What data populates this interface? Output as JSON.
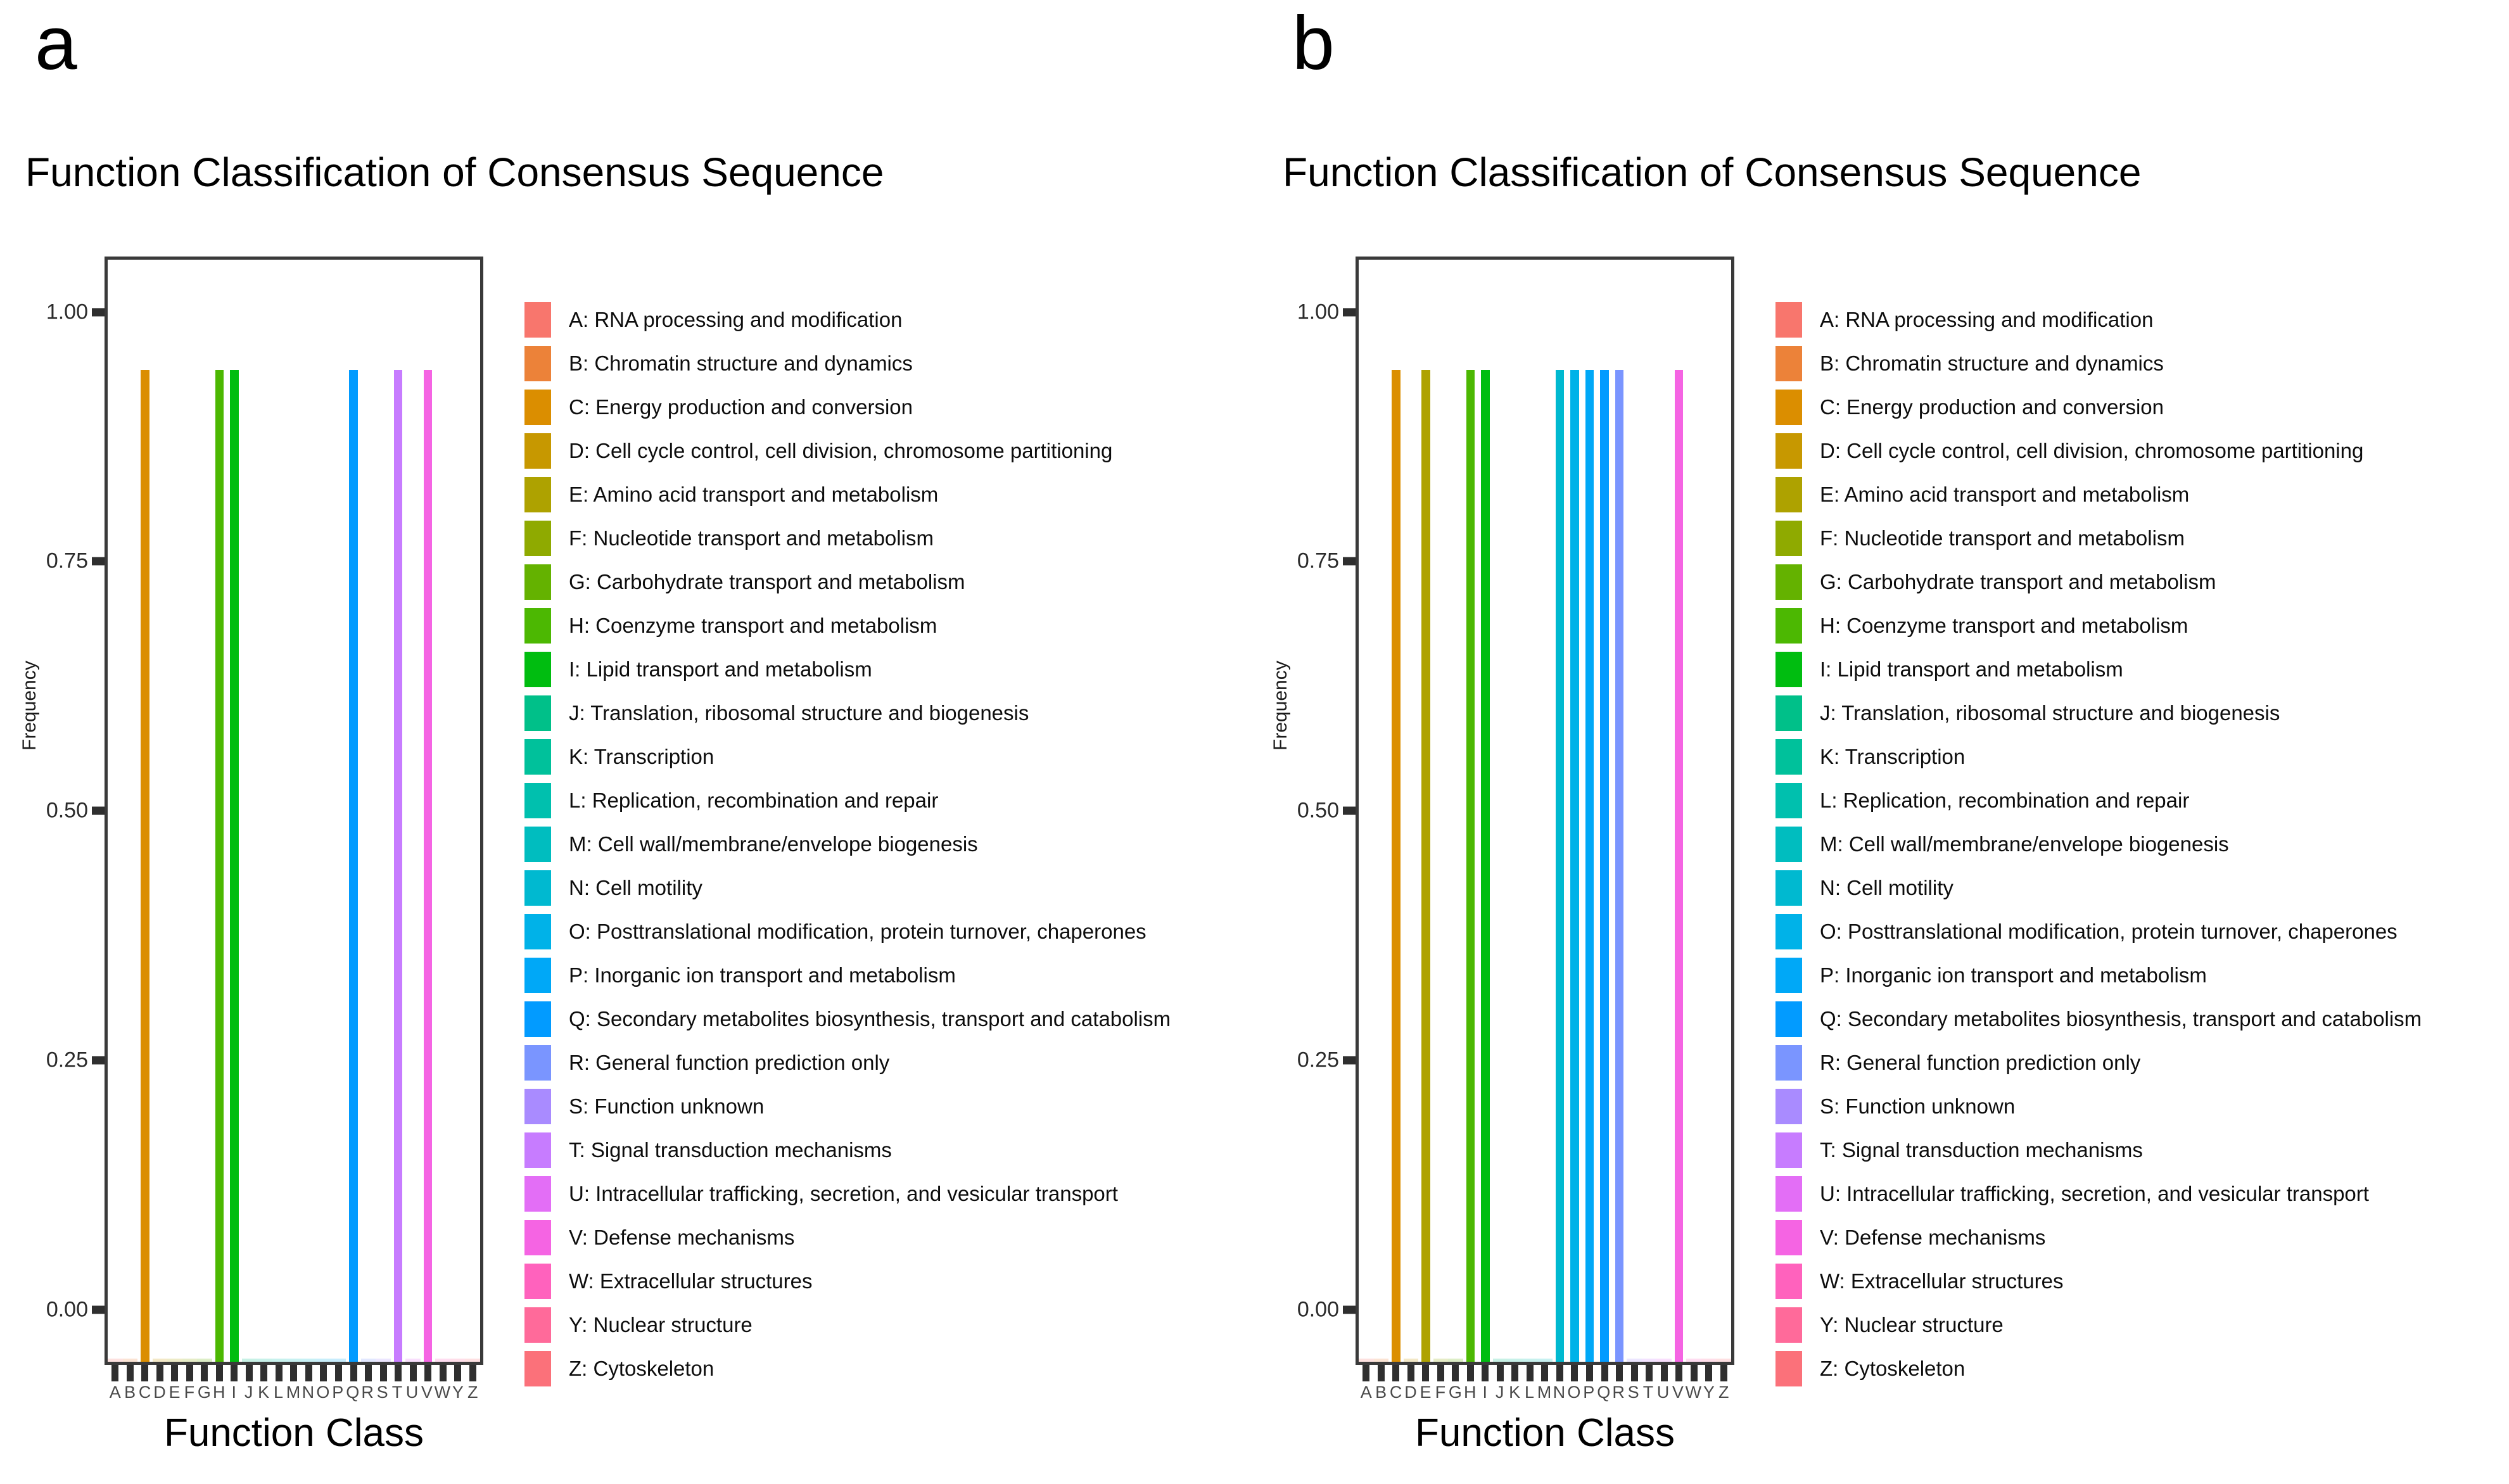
{
  "figure": {
    "panels": [
      {
        "letter": "a",
        "title": "Function Classification of Consensus Sequence",
        "xaxis_title": "Function Class",
        "yaxis_title": "Frequency"
      },
      {
        "letter": "b",
        "title": "Function Classification of Consensus Sequence",
        "xaxis_title": "Function Class",
        "yaxis_title": "Frequency"
      }
    ],
    "yticks": [
      "1.00",
      "0.75",
      "0.50",
      "0.25",
      "0.00"
    ],
    "legend_entries": [
      {
        "code": "A",
        "label": "A: RNA processing and modification",
        "color": "#F8766D"
      },
      {
        "code": "B",
        "label": "B: Chromatin structure and dynamics",
        "color": "#EC8239"
      },
      {
        "code": "C",
        "label": "C: Energy production and conversion",
        "color": "#DB8E00"
      },
      {
        "code": "D",
        "label": "D: Cell cycle control, cell division, chromosome partitioning",
        "color": "#C79800"
      },
      {
        "code": "E",
        "label": "E: Amino acid transport and metabolism",
        "color": "#AEA200"
      },
      {
        "code": "F",
        "label": "F: Nucleotide transport and metabolism",
        "color": "#8FAA00"
      },
      {
        "code": "G",
        "label": "G: Carbohydrate transport and metabolism",
        "color": "#64B200"
      },
      {
        "code": "H",
        "label": "H: Coenzyme transport and metabolism",
        "color": "#4CB802"
      },
      {
        "code": "I",
        "label": "I: Lipid transport and metabolism",
        "color": "#00BD10"
      },
      {
        "code": "J",
        "label": "J: Translation, ribosomal structure and biogenesis",
        "color": "#00C089"
      },
      {
        "code": "K",
        "label": "K: Transcription",
        "color": "#00C19B"
      },
      {
        "code": "L",
        "label": "L: Replication, recombination and repair",
        "color": "#00C0AE"
      },
      {
        "code": "M",
        "label": "M: Cell wall/membrane/envelope biogenesis",
        "color": "#00BDBF"
      },
      {
        "code": "N",
        "label": "N: Cell motility",
        "color": "#00B9D0"
      },
      {
        "code": "O",
        "label": "O: Posttranslational modification, protein turnover, chaperones",
        "color": "#00B2E8"
      },
      {
        "code": "P",
        "label": "P: Inorganic ion transport and metabolism",
        "color": "#00A8F7"
      },
      {
        "code": "Q",
        "label": "Q: Secondary metabolites biosynthesis, transport and catabolism",
        "color": "#029BFF"
      },
      {
        "code": "R",
        "label": "R: General function prediction only",
        "color": "#7A95FF"
      },
      {
        "code": "S",
        "label": "S: Function unknown",
        "color": "#A98BFF"
      },
      {
        "code": "T",
        "label": "T: Signal transduction mechanisms",
        "color": "#C77CFF"
      },
      {
        "code": "U",
        "label": "U: Intracellular trafficking, secretion, and vesicular transport",
        "color": "#E36EF6"
      },
      {
        "code": "V",
        "label": "V: Defense mechanisms",
        "color": "#F564E3"
      },
      {
        "code": "W",
        "label": "W: Extracellular structures",
        "color": "#FF62BD"
      },
      {
        "code": "Y",
        "label": "Y: Nuclear structure",
        "color": "#FF6A9A"
      },
      {
        "code": "Z",
        "label": "Z: Cytoskeleton",
        "color": "#FB717A"
      }
    ]
  },
  "chart_data": [
    {
      "type": "bar",
      "panel": "a",
      "title": "Function Classification of Consensus Sequence",
      "xlabel": "Function Class",
      "ylabel": "Frequency",
      "ylim": [
        0,
        1
      ],
      "yticks": [
        0,
        0.25,
        0.5,
        0.75,
        1
      ],
      "grid": false,
      "legend_position": "right",
      "categories": [
        "A",
        "B",
        "C",
        "D",
        "E",
        "F",
        "G",
        "H",
        "I",
        "J",
        "K",
        "L",
        "M",
        "N",
        "O",
        "P",
        "Q",
        "R",
        "S",
        "T",
        "U",
        "V",
        "W",
        "Y",
        "Z"
      ],
      "values": [
        0,
        0,
        1,
        0,
        0,
        0,
        0,
        1,
        1,
        0,
        0,
        0,
        0,
        0,
        0,
        0,
        1,
        0,
        0,
        1,
        0,
        1,
        0,
        0,
        0
      ]
    },
    {
      "type": "bar",
      "panel": "b",
      "title": "Function Classification of Consensus Sequence",
      "xlabel": "Function Class",
      "ylabel": "Frequency",
      "ylim": [
        0,
        1
      ],
      "yticks": [
        0,
        0.25,
        0.5,
        0.75,
        1
      ],
      "grid": false,
      "legend_position": "right",
      "categories": [
        "A",
        "B",
        "C",
        "D",
        "E",
        "F",
        "G",
        "H",
        "I",
        "J",
        "K",
        "L",
        "M",
        "N",
        "O",
        "P",
        "Q",
        "R",
        "S",
        "T",
        "U",
        "V",
        "W",
        "Y",
        "Z"
      ],
      "values": [
        0,
        0,
        1,
        0,
        1,
        0,
        0,
        1,
        1,
        0,
        0,
        0,
        0,
        1,
        1,
        1,
        1,
        1,
        0,
        0,
        0,
        1,
        0,
        0,
        0
      ]
    }
  ]
}
